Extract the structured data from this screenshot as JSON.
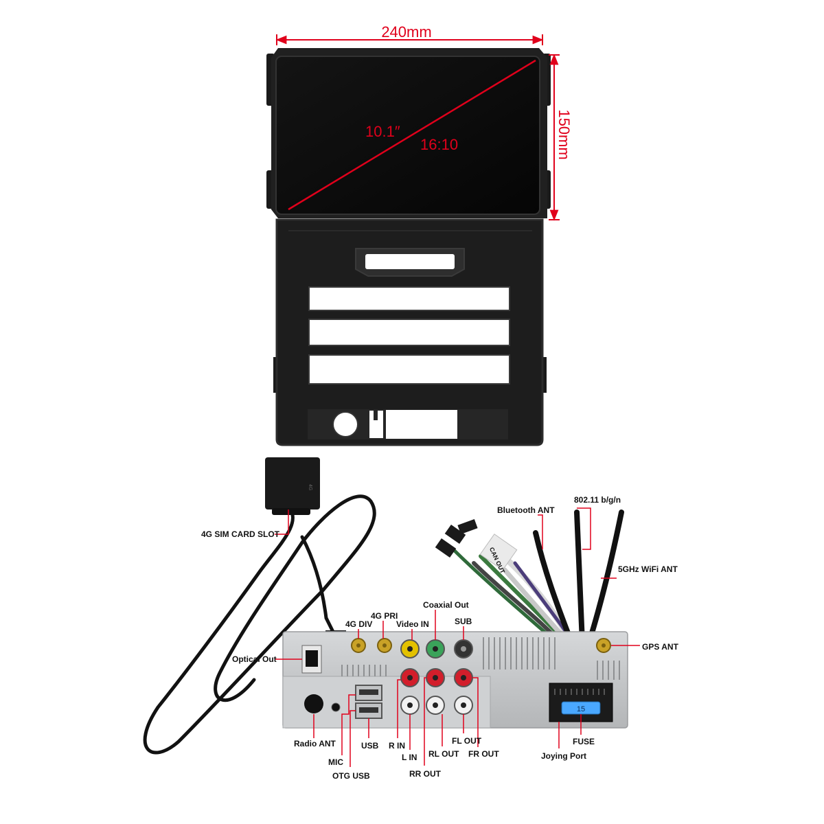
{
  "dimensions": {
    "width": "240mm",
    "height": "150mm",
    "diagonal": "10.1″",
    "aspect_ratio": "16:10"
  },
  "accent_color": "#e0001b",
  "labels": {
    "sim_slot": "4G SIM CARD SLOT",
    "bluetooth_ant": "Bluetooth ANT",
    "wifi_80211": "802.11 b/g/n",
    "wifi_5ghz": "5GHz WiFi ANT",
    "gps_ant": "GPS ANT",
    "optical_out": "Optical Out",
    "div_4g": "4G DIV",
    "pri_4g": "4G PRI",
    "video_in": "Video IN",
    "coaxial_out": "Coaxial Out",
    "sub": "SUB",
    "radio_ant": "Radio ANT",
    "mic": "MIC",
    "otg_usb": "OTG USB",
    "usb": "USB",
    "r_in": "R IN",
    "l_in": "L IN",
    "rl_out": "RL OUT",
    "rr_out": "RR OUT",
    "fl_out": "FL OUT",
    "fr_out": "FR OUT",
    "joying_port": "Joying Port",
    "fuse": "FUSE"
  },
  "cable_tag": "CAN OUT",
  "fuse_value": "15"
}
